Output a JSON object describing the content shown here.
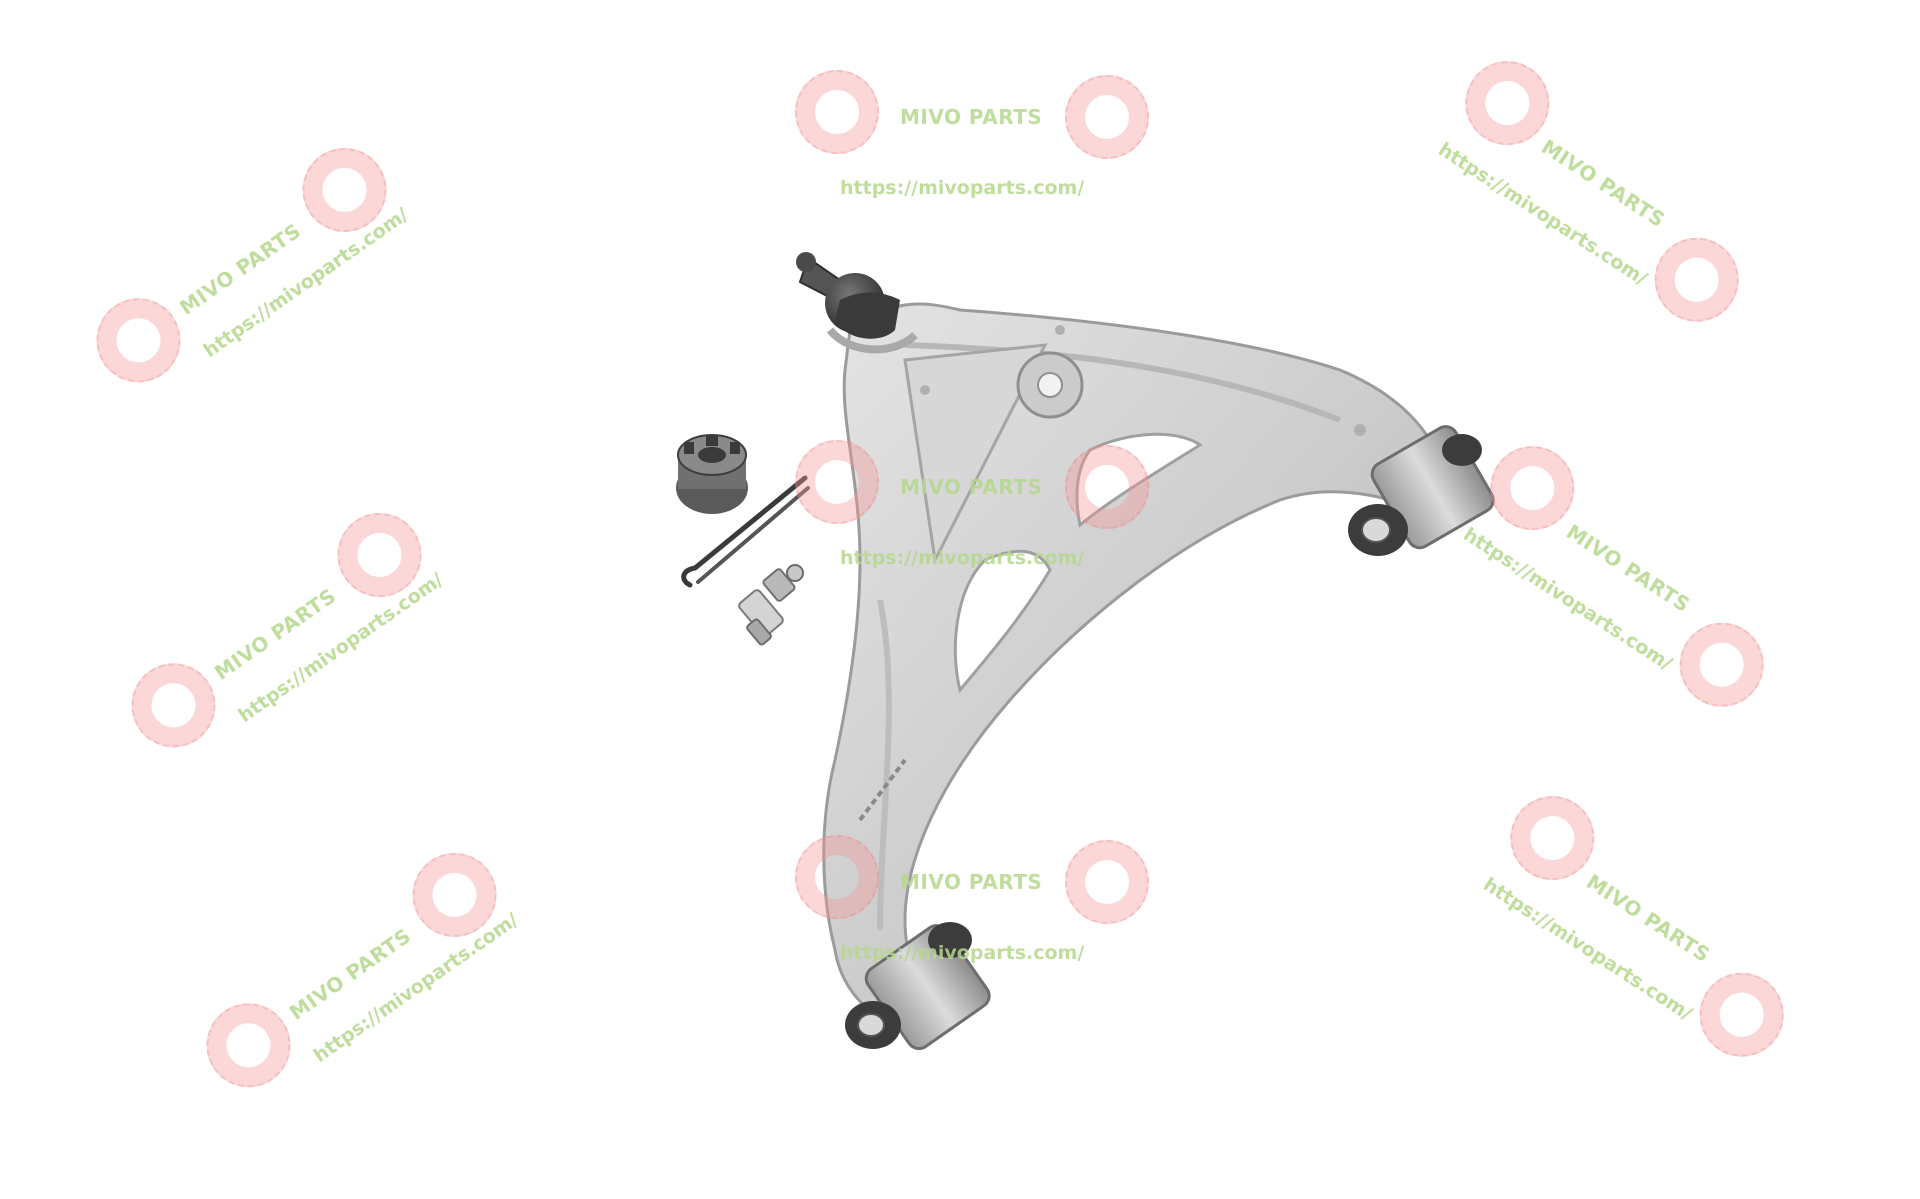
{
  "watermark": {
    "brand": "MIVO PARTS",
    "url": "https://mivoparts.com/",
    "ring_color": "#f49696",
    "text_color": "#b4d78c"
  },
  "product": {
    "icon": "control-arm-image",
    "parts": [
      "ball-joint",
      "castle-nut",
      "cotter-pin",
      "grease-fitting",
      "rear-bushing",
      "front-bushing"
    ]
  },
  "colors": {
    "background": "#ffffff",
    "metal": "#cfcfcf",
    "metal_dark": "#8a8a8a",
    "rubber": "#3e3e3e"
  }
}
